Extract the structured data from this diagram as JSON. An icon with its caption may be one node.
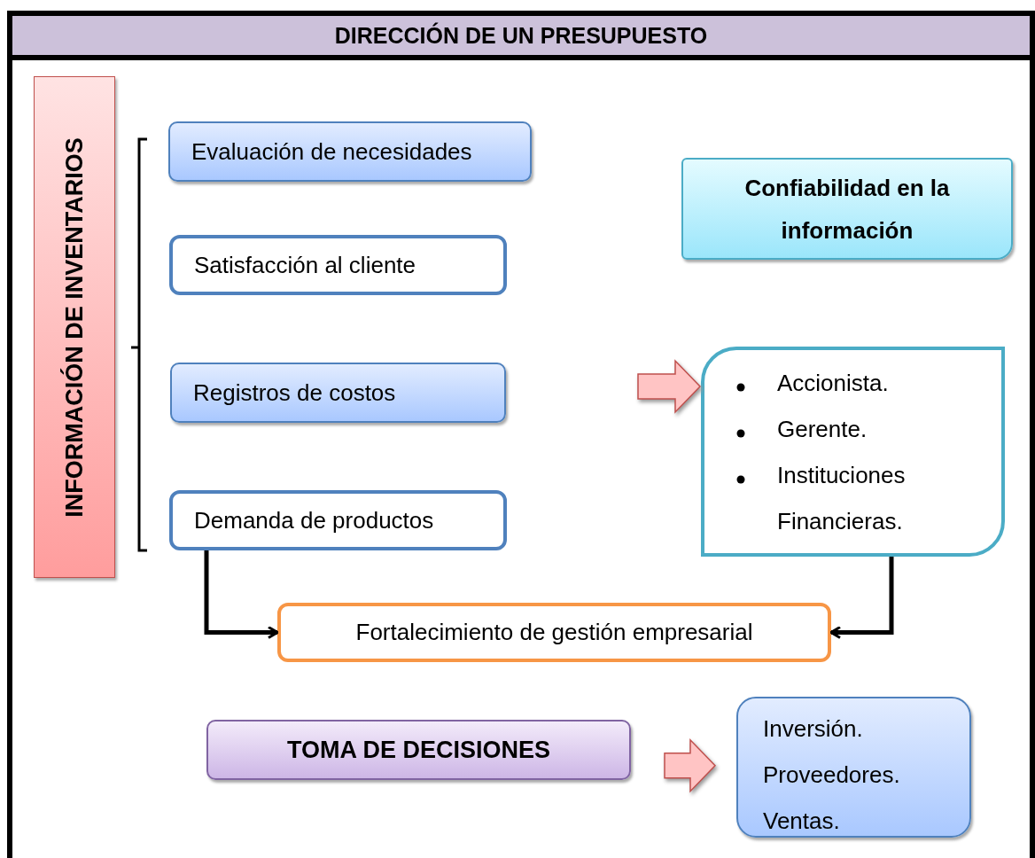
{
  "diagram": {
    "nodes": [
      {
        "text": [
          "DIRECCIÓN DE UN PRESUPUESTO"
        ]
      },
      {
        "text": [
          "INFORMACIÓN DE INVENTARIOS"
        ]
      },
      {
        "text": [
          "Evaluación de necesidades"
        ]
      },
      {
        "text": [
          "Satisfacción al cliente"
        ]
      },
      {
        "text": [
          "Registros de costos"
        ]
      },
      {
        "text": [
          "Demanda de productos"
        ]
      },
      {
        "text": [
          "Confiabilidad en la información"
        ]
      },
      {
        "text": [
          "Accionista.",
          "Gerente.",
          "Instituciones Financieras."
        ]
      },
      {
        "text": [
          "Fortalecimiento de gestión empresarial"
        ]
      },
      {
        "text": [
          "TOMA DE DECISIONES"
        ]
      },
      {
        "text": [
          "Inversión.",
          "Proveedores.",
          "Ventas."
        ]
      }
    ],
    "edges": [
      {
        "from": 5,
        "to": 8,
        "arrow": "to"
      },
      {
        "from": 7,
        "to": 8,
        "arrow": "to"
      },
      {
        "from": null,
        "to": 7,
        "arrow": "to",
        "style": "thick"
      },
      {
        "from": 9,
        "to": 10,
        "arrow": "to",
        "style": "thick"
      }
    ]
  }
}
